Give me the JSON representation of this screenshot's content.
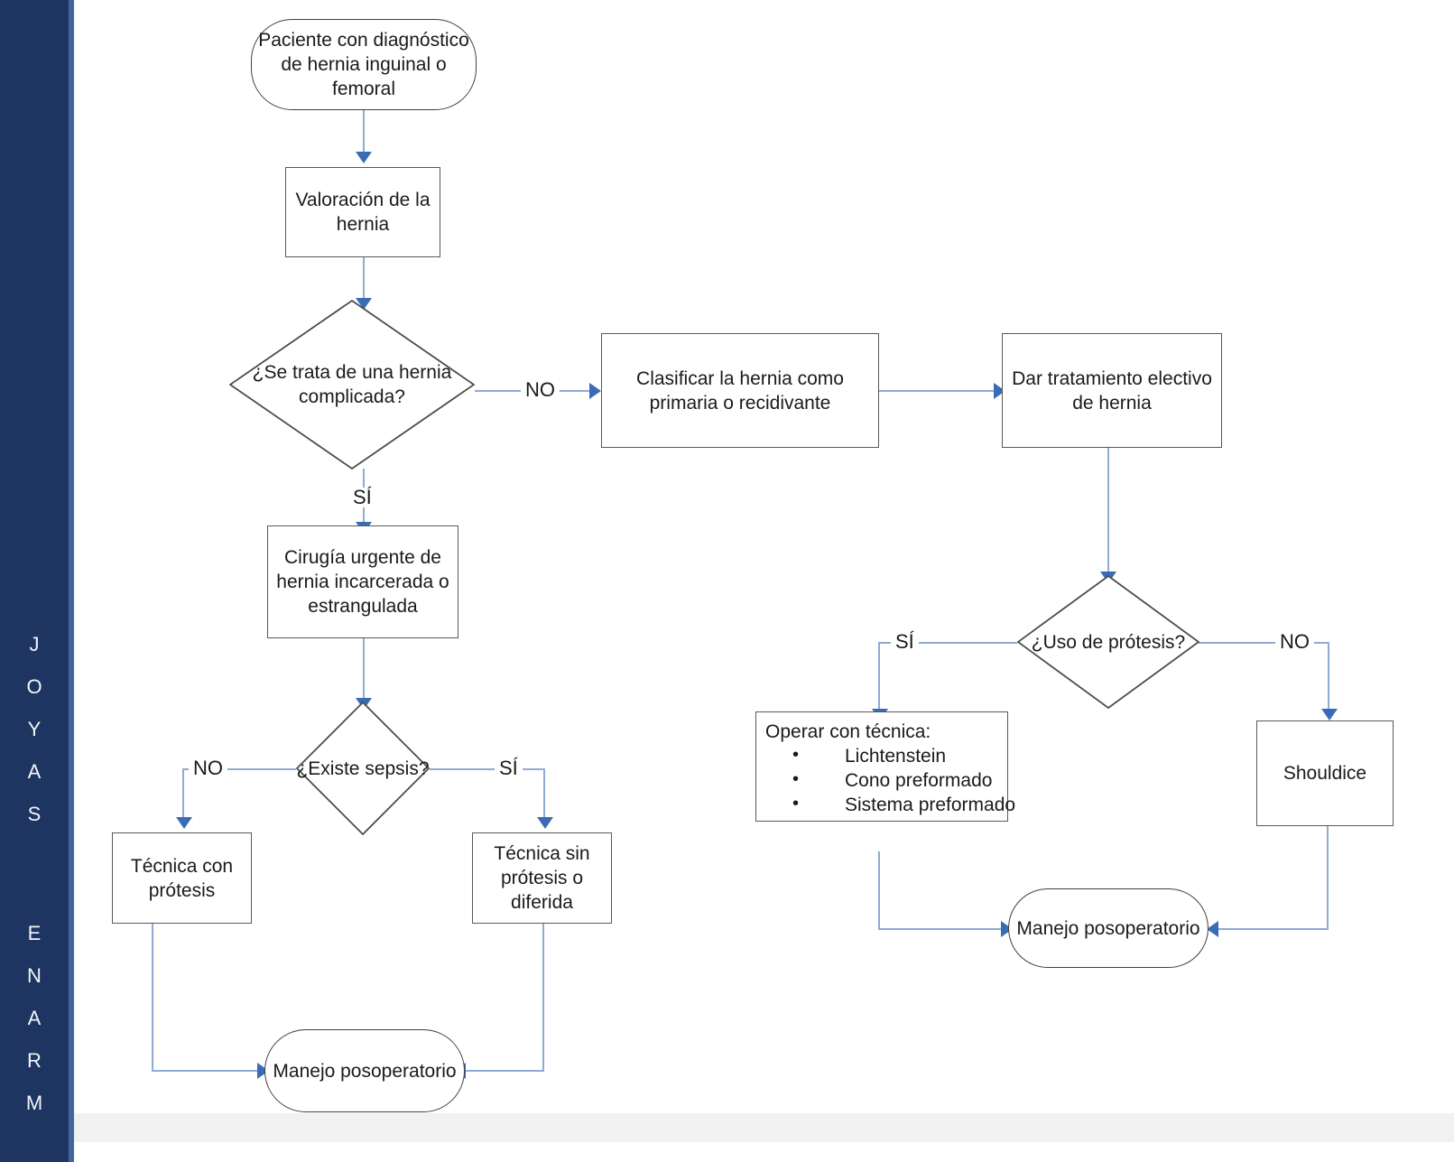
{
  "sidebar": {
    "background_color": "#1e3461",
    "edge_color": "#41679a",
    "brand_top": "JOYAS",
    "brand_bottom": "ENARM"
  },
  "theme": {
    "connector_color": "#8faad4",
    "arrow_color": "#3a6cb5",
    "shape_border": "#595959",
    "terminator_border": "#404040",
    "text_color": "#1a1a1a",
    "canvas_background": "#ffffff",
    "bottom_band": "#f1f1f1"
  },
  "diagram": {
    "type": "flowchart",
    "title": "",
    "nodes": {
      "start": {
        "shape": "terminator",
        "text": "Paciente con diagnóstico de hernia inguinal o femoral"
      },
      "valoracion": {
        "shape": "process",
        "text": "Valoración de la hernia"
      },
      "complicada": {
        "shape": "decision",
        "text": "¿Se trata de una hernia complicada?"
      },
      "clasificar": {
        "shape": "process",
        "text": "Clasificar la hernia como primaria o recidivante"
      },
      "electivo": {
        "shape": "process",
        "text": "Dar tratamiento electivo de hernia"
      },
      "cirugia_urgente": {
        "shape": "process",
        "text": "Cirugía urgente de hernia incarcerada o estrangulada"
      },
      "sepsis": {
        "shape": "decision",
        "text": "¿Existe sepsis?"
      },
      "tecnica_con": {
        "shape": "process",
        "text": "Técnica con prótesis"
      },
      "tecnica_sin": {
        "shape": "process",
        "text": "Técnica sin prótesis o diferida"
      },
      "manejo_izq": {
        "shape": "terminator",
        "text": "Manejo posoperatorio"
      },
      "uso_protesis": {
        "shape": "decision",
        "text": "¿Uso de prótesis?"
      },
      "operar": {
        "shape": "process-list",
        "title": "Operar con técnica:",
        "items": [
          "Lichtenstein",
          "Cono preformado",
          "Sistema preformado"
        ]
      },
      "shouldice": {
        "shape": "process",
        "text": "Shouldice"
      },
      "manejo_der": {
        "shape": "terminator",
        "text": "Manejo posoperatorio"
      }
    },
    "edge_labels": {
      "complicada_no": "NO",
      "complicada_si": "SÍ",
      "sepsis_no": "NO",
      "sepsis_si": "SÍ",
      "protesis_si": "SÍ",
      "protesis_no": "NO"
    },
    "edges": [
      {
        "from": "start",
        "to": "valoracion",
        "label": ""
      },
      {
        "from": "valoracion",
        "to": "complicada",
        "label": ""
      },
      {
        "from": "complicada",
        "to": "clasificar",
        "label": "NO"
      },
      {
        "from": "complicada",
        "to": "cirugia_urgente",
        "label": "SÍ"
      },
      {
        "from": "clasificar",
        "to": "electivo",
        "label": ""
      },
      {
        "from": "electivo",
        "to": "uso_protesis",
        "label": ""
      },
      {
        "from": "cirugia_urgente",
        "to": "sepsis",
        "label": ""
      },
      {
        "from": "sepsis",
        "to": "tecnica_con",
        "label": "NO"
      },
      {
        "from": "sepsis",
        "to": "tecnica_sin",
        "label": "SÍ"
      },
      {
        "from": "tecnica_con",
        "to": "manejo_izq",
        "label": ""
      },
      {
        "from": "tecnica_sin",
        "to": "manejo_izq",
        "label": ""
      },
      {
        "from": "uso_protesis",
        "to": "operar",
        "label": "SÍ"
      },
      {
        "from": "uso_protesis",
        "to": "shouldice",
        "label": "NO"
      },
      {
        "from": "operar",
        "to": "manejo_der",
        "label": ""
      },
      {
        "from": "shouldice",
        "to": "manejo_der",
        "label": ""
      }
    ]
  }
}
